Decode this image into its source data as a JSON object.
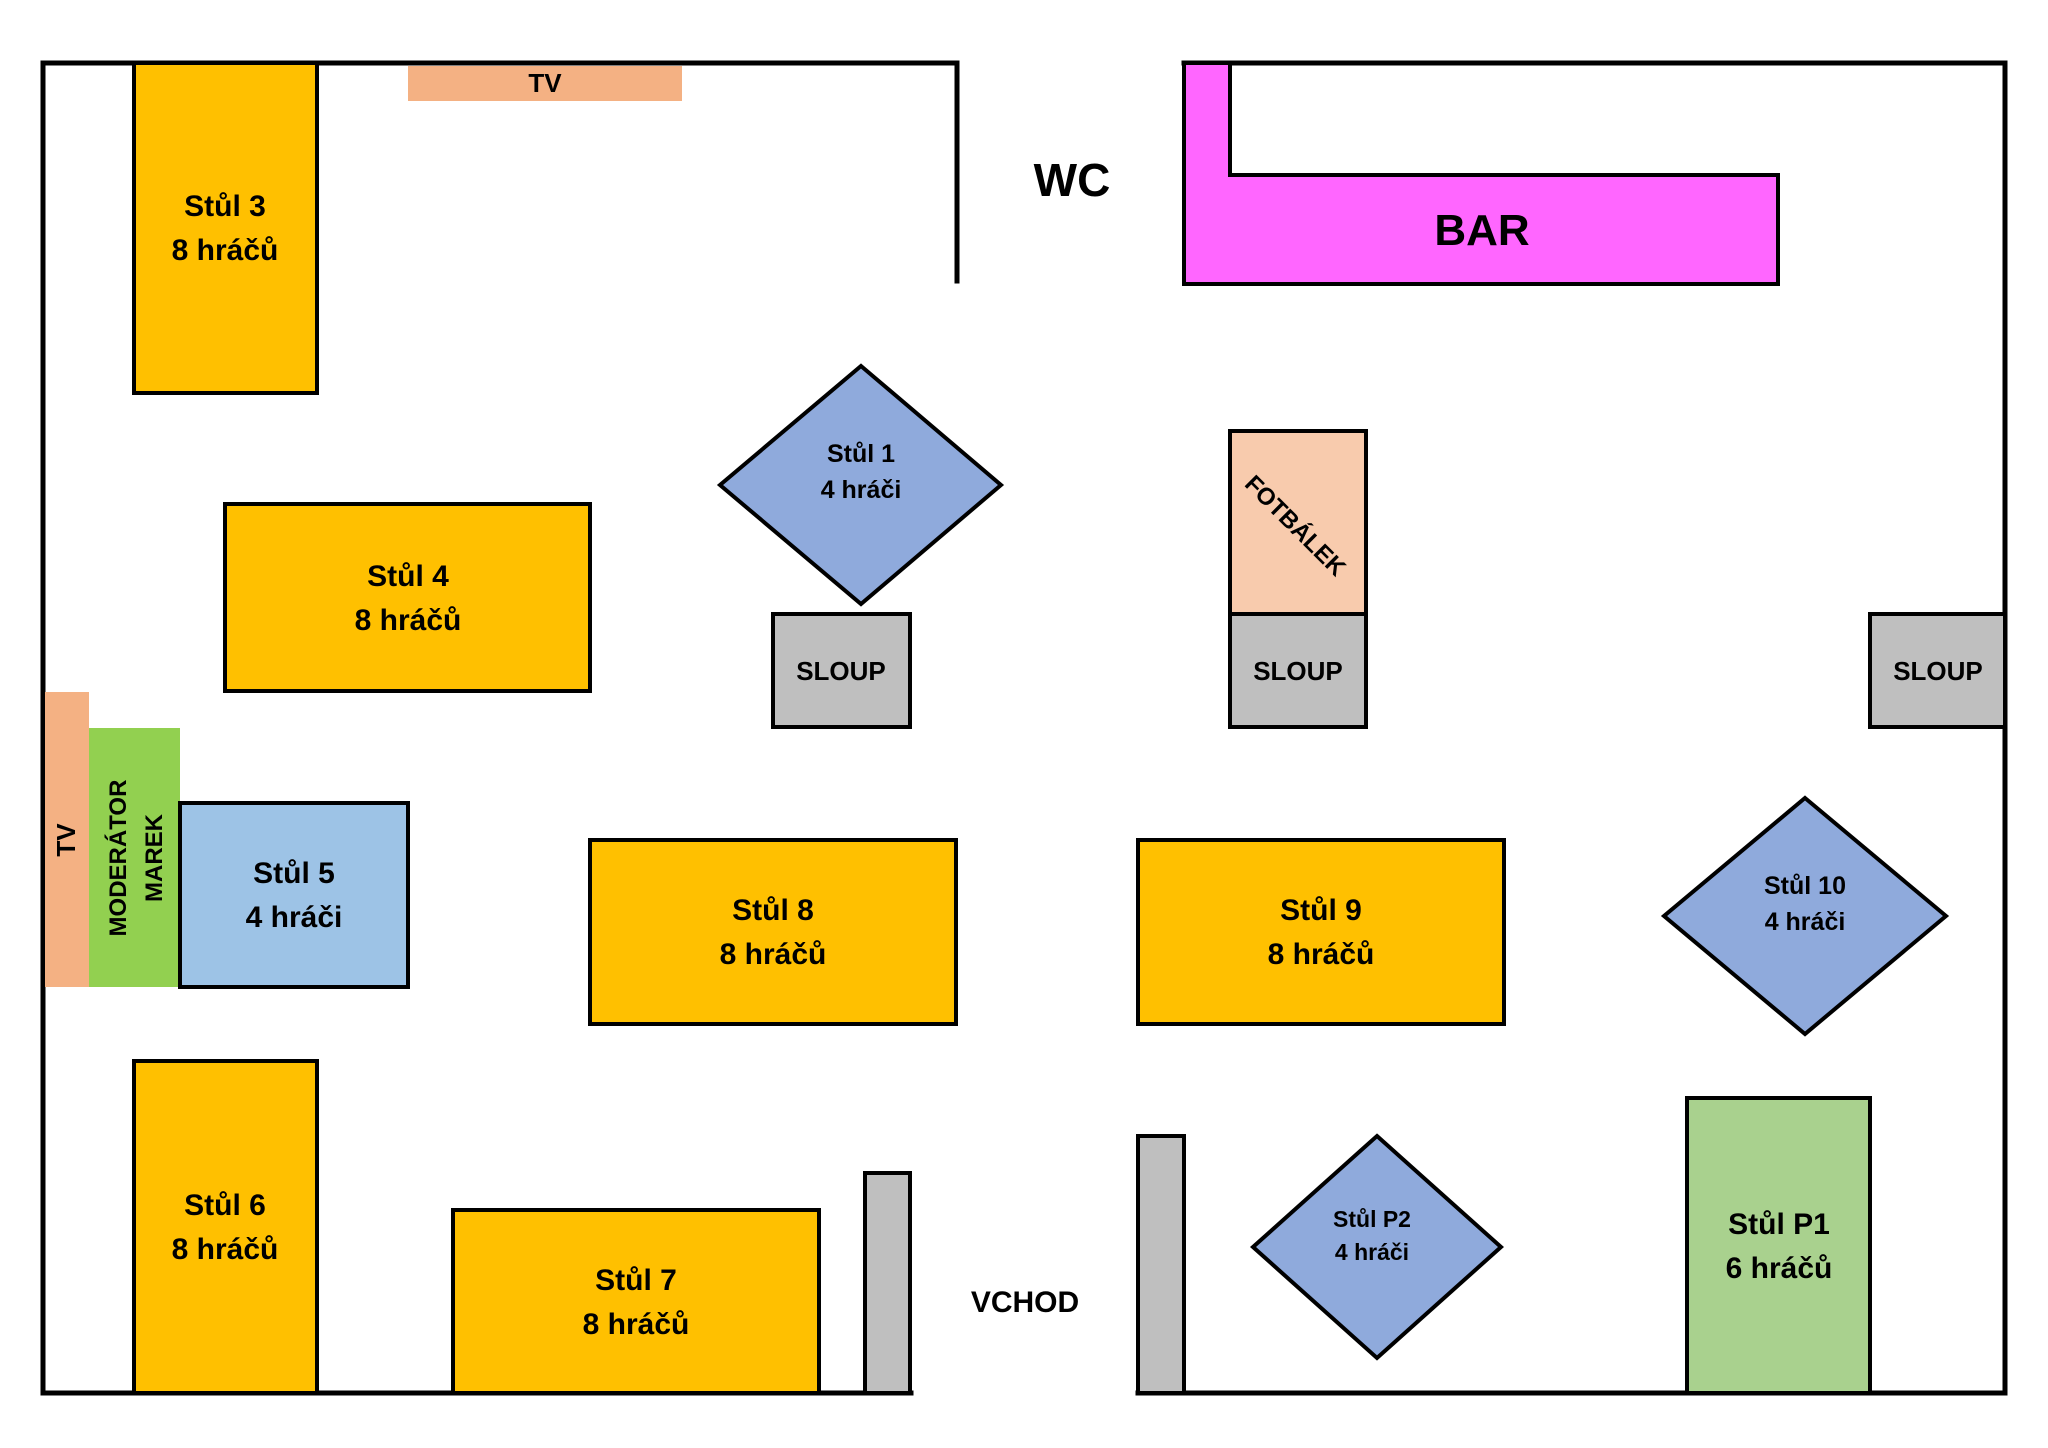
{
  "labels": {
    "wc": "WC",
    "bar": "BAR",
    "tv": "TV",
    "moderator_line1": "MODERÁTOR",
    "moderator_line2": "MAREK",
    "fotbalek": "FOTBÁLEK",
    "sloup": "SLOUP",
    "vchod": "VCHOD"
  },
  "tables": [
    {
      "id": "stul-1",
      "name": "Stůl 1",
      "players": "4 hráči"
    },
    {
      "id": "stul-3",
      "name": "Stůl 3",
      "players": "8 hráčů"
    },
    {
      "id": "stul-4",
      "name": "Stůl 4",
      "players": "8 hráčů"
    },
    {
      "id": "stul-5",
      "name": "Stůl 5",
      "players": "4 hráči"
    },
    {
      "id": "stul-6",
      "name": "Stůl 6",
      "players": "8 hráčů"
    },
    {
      "id": "stul-7",
      "name": "Stůl 7",
      "players": "8 hráčů"
    },
    {
      "id": "stul-8",
      "name": "Stůl 8",
      "players": "8 hráčů"
    },
    {
      "id": "stul-9",
      "name": "Stůl 9",
      "players": "8 hráčů"
    },
    {
      "id": "stul-10",
      "name": "Stůl 10",
      "players": "4 hráči"
    },
    {
      "id": "stul-p1",
      "name": "Stůl P1",
      "players": "6 hráčů"
    },
    {
      "id": "stul-p2",
      "name": "Stůl P2",
      "players": "4 hráči"
    }
  ],
  "colors": {
    "table_8": "#FFC000",
    "table_diamond": "#8FAADC",
    "table_5": "#9DC3E6",
    "table_p1": "#A9D18E",
    "bar": "#FF66FF",
    "tv": "#F4B183",
    "fotbalek": "#F8CBAD",
    "moderator": "#92D050",
    "sloup": "#BFBFBF"
  }
}
